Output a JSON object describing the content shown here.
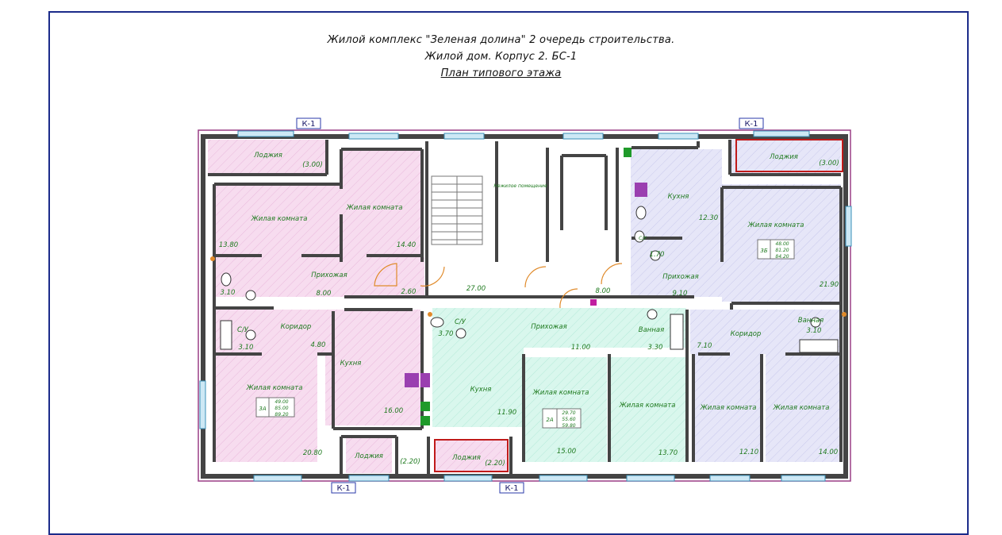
{
  "title": {
    "line1": "Жилой комплекс \"Зеленая долина\" 2 очередь строительства.",
    "line2": "Жилой дом. Корпус 2. БС-1",
    "line3": "План типового этажа"
  },
  "section_marks": [
    "К-1",
    "К-1",
    "К-1",
    "К-1"
  ],
  "rooms": [
    {
      "label": "Лоджия",
      "area": "(3.00)"
    },
    {
      "label": "Жилая комната",
      "area": "13.80"
    },
    {
      "label": "Жилая комната",
      "area": "14.40"
    },
    {
      "label": "Прихожая",
      "area": "8.00"
    },
    {
      "label": "Коридор",
      "area": "4.80"
    },
    {
      "label": "С/У",
      "area": "3.10"
    },
    {
      "label": "",
      "area": "3.10"
    },
    {
      "label": "Жилая комната",
      "area": "20.80"
    },
    {
      "label": "Кухня",
      "area": "16.00"
    },
    {
      "label": "Лоджия",
      "area": "(2.20)"
    },
    {
      "label": "Лоджия",
      "area": "(2.20)"
    },
    {
      "label": "",
      "area": "2.60"
    },
    {
      "label": "Нежилое помещение",
      "area": ""
    },
    {
      "label": "",
      "area": "27.00"
    },
    {
      "label": "",
      "area": "8.00"
    },
    {
      "label": "С/У",
      "area": "3.70"
    },
    {
      "label": "Прихожая",
      "area": "11.00"
    },
    {
      "label": "Кухня",
      "area": "11.90"
    },
    {
      "label": "Жилая комната",
      "area": "15.00"
    },
    {
      "label": "Жилая комната",
      "area": "13.70"
    },
    {
      "label": "Ванная",
      "area": "3.30"
    },
    {
      "label": "Кухня",
      "area": "12.30"
    },
    {
      "label": "С/У",
      "area": "1.70"
    },
    {
      "label": "Прихожая",
      "area": "9.10"
    },
    {
      "label": "Лоджия",
      "area": "(3.00)"
    },
    {
      "label": "Жилая комната",
      "area": "21.90"
    },
    {
      "label": "Коридор",
      "area": "7.10"
    },
    {
      "label": "Ванная",
      "area": "3.10"
    },
    {
      "label": "Жилая комната",
      "area": "12.10"
    },
    {
      "label": "Жилая комната",
      "area": "14.00"
    }
  ],
  "apartments": [
    {
      "code": "3А",
      "values": [
        "49.00",
        "85.00",
        "89.20"
      ]
    },
    {
      "code": "2А",
      "values": [
        "29.70",
        "55.60",
        "59.80"
      ]
    },
    {
      "code": "3Б",
      "values": [
        "48.00",
        "81.20",
        "84.20"
      ]
    }
  ],
  "colors": {
    "apt_a": "#f6d9ef",
    "apt_b": "#d8f6ec",
    "apt_c": "#e4e4f7",
    "wall": "#444444",
    "frame": "#1b2b8a"
  }
}
